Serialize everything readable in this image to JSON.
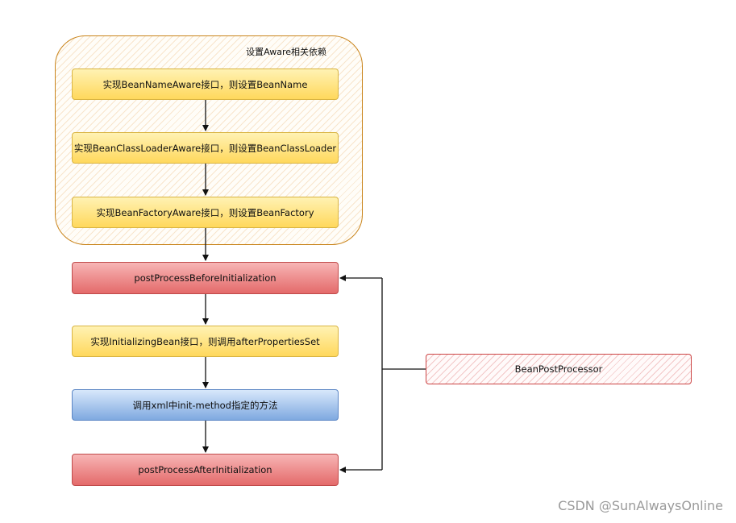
{
  "group": {
    "label": "设置Aware相关依赖"
  },
  "steps": {
    "bean_name_aware": "实现BeanNameAware接口，则设置BeanName",
    "bean_classloader_aware": "实现BeanClassLoaderAware接口，则设置BeanClassLoader",
    "bean_factory_aware": "实现BeanFactoryAware接口，则设置BeanFactory",
    "post_before": "postProcessBeforeInitialization",
    "initializing_bean": "实现InitializingBean接口，则调用afterPropertiesSet",
    "init_method": "调用xml中init-method指定的方法",
    "post_after": "postProcessAfterInitialization"
  },
  "processor": "BeanPostProcessor",
  "watermark": "CSDN @SunAlwaysOnline",
  "colors": {
    "yellow": "#ffd966",
    "red": "#ea6b66",
    "blue": "#7ea6e0",
    "group_border": "#c9841b"
  }
}
